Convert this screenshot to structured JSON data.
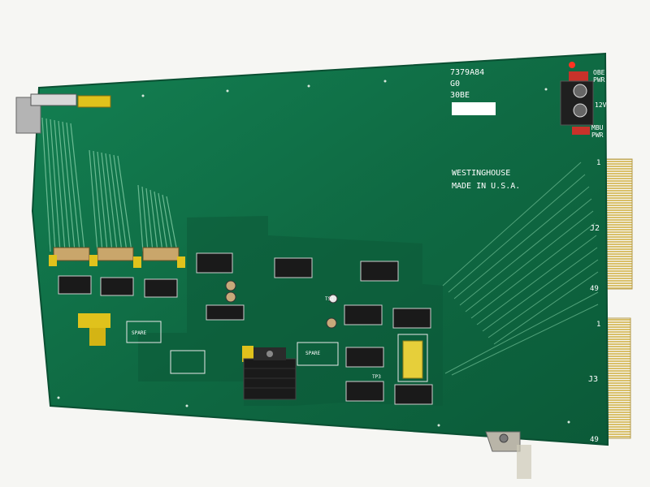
{
  "board": {
    "part_number": "7379A84",
    "revision": "G0",
    "code": "30BE",
    "manufacturer": "WESTINGHOUSE",
    "origin": "MADE IN U.S.A.",
    "connector_top": "J2",
    "connector_bottom": "J3",
    "pin_1_top": "1",
    "pin_49_top": "49",
    "pin_1_bottom": "1",
    "pin_49_bottom": "49",
    "led_label_1": "OBE",
    "led_label_1b": "PWR",
    "led_label_2": "MBU",
    "led_label_2b": "PWR",
    "voltage_label": "12V",
    "spare_label_1": "SPARE",
    "spare_label_2": "SPARE",
    "test_point_1": "TP3",
    "test_point_2": "TS2"
  },
  "colors": {
    "pcb": "#0f6a43",
    "pcb_dark": "#0a4f32",
    "ic": "#1a1a1a",
    "connector": "#d9c06a",
    "component_yellow": "#e0c21c",
    "background": "#f6f6f3"
  }
}
